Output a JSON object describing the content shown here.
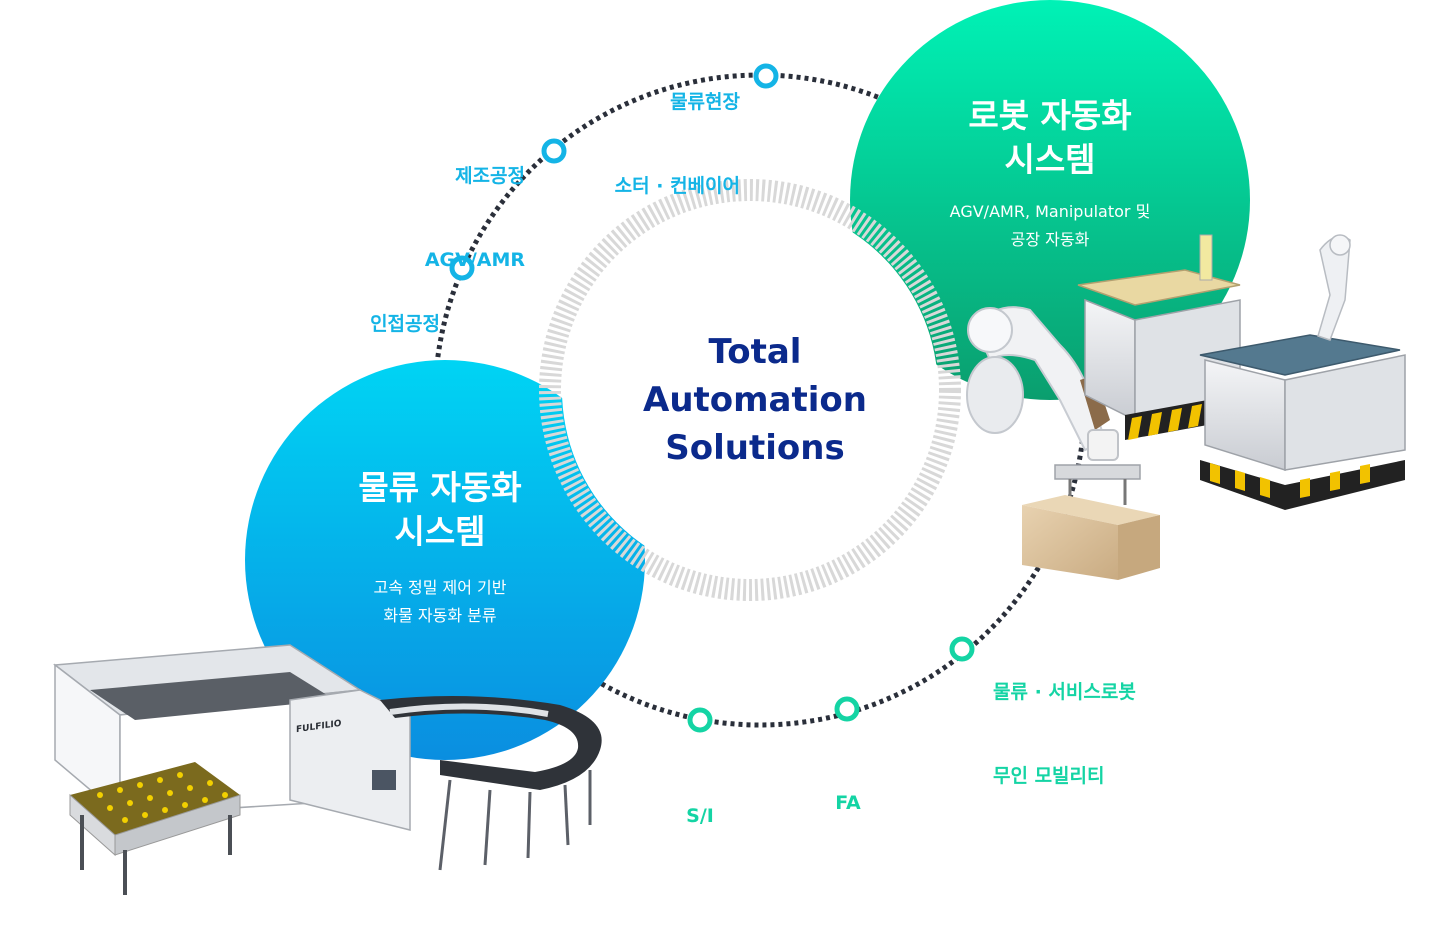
{
  "center": {
    "line1": "Total",
    "line2": "Automation",
    "line3": "Solutions"
  },
  "robot": {
    "title_line1": "로봇 자동화",
    "title_line2": "시스템",
    "desc_line1": "AGV/AMR, Manipulator 및",
    "desc_line2": "공장 자동화"
  },
  "logistics": {
    "title_line1": "물류 자동화",
    "title_line2": "시스템",
    "desc_line1": "고속 정밀 제어 기반",
    "desc_line2": "화물 자동화 분류"
  },
  "ring_nodes": {
    "n1": {
      "line1": "물류현장",
      "line2": "소터 · 컨베이어"
    },
    "n2": {
      "line1": "제조공정",
      "line2": "AGV/AMR"
    },
    "n3": {
      "line1": "인접공정"
    },
    "n4": {
      "line1": "S/I"
    },
    "n5": {
      "line1": "FA"
    },
    "n6": {
      "line1": "물류 · 서비스로봇",
      "line2": "무인 모빌리티"
    }
  },
  "machine_labels": {
    "brand": "FULFILIO"
  },
  "colors": {
    "navy": "#0b2a8c",
    "blue_accent": "#14b4e6",
    "green_accent": "#14d4a4",
    "blue_circle_top": "#00d0f0",
    "blue_circle_bottom": "#0a8fe0",
    "green_circle_top": "#00f0b4",
    "green_circle_bottom": "#0aa070"
  }
}
